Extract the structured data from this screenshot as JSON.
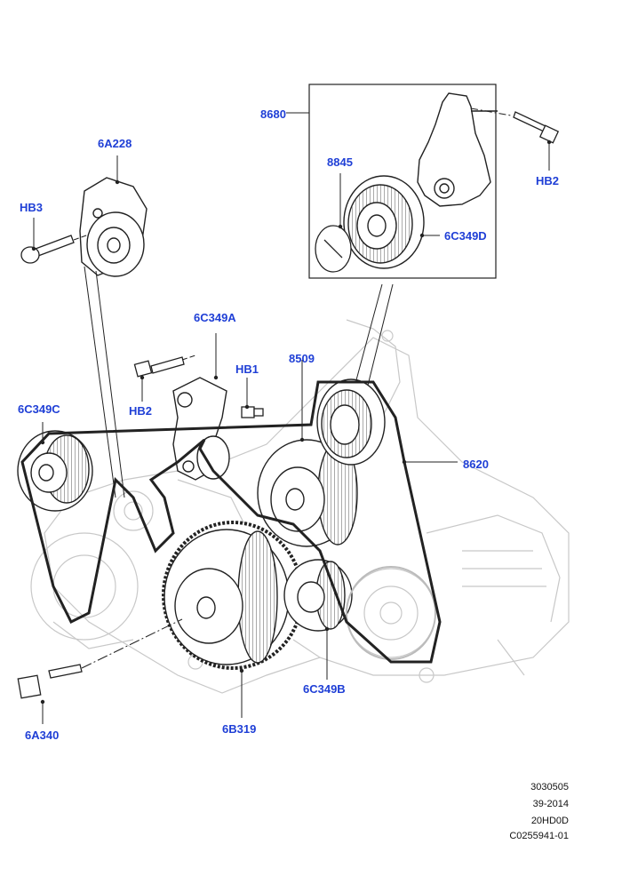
{
  "diagram": {
    "callouts": {
      "c8680": "8680",
      "c6A228": "6A228",
      "cHB3": "HB3",
      "c8845": "8845",
      "c6C349D": "6C349D",
      "cHB2_top": "HB2",
      "c6C349A": "6C349A",
      "cHB1": "HB1",
      "c8509": "8509",
      "c6C349C": "6C349C",
      "cHB2_mid": "HB2",
      "c8620": "8620",
      "c6A340": "6A340",
      "c6B319": "6B319",
      "c6C349B": "6C349B"
    },
    "reference": {
      "line1": "3030505",
      "line2": "39-2014",
      "line3": "20HD0D",
      "line4": "C0255941-01"
    }
  },
  "colors": {
    "callout": "#1f3fd6",
    "line": "#222222",
    "ghost": "#c8c8c8"
  }
}
